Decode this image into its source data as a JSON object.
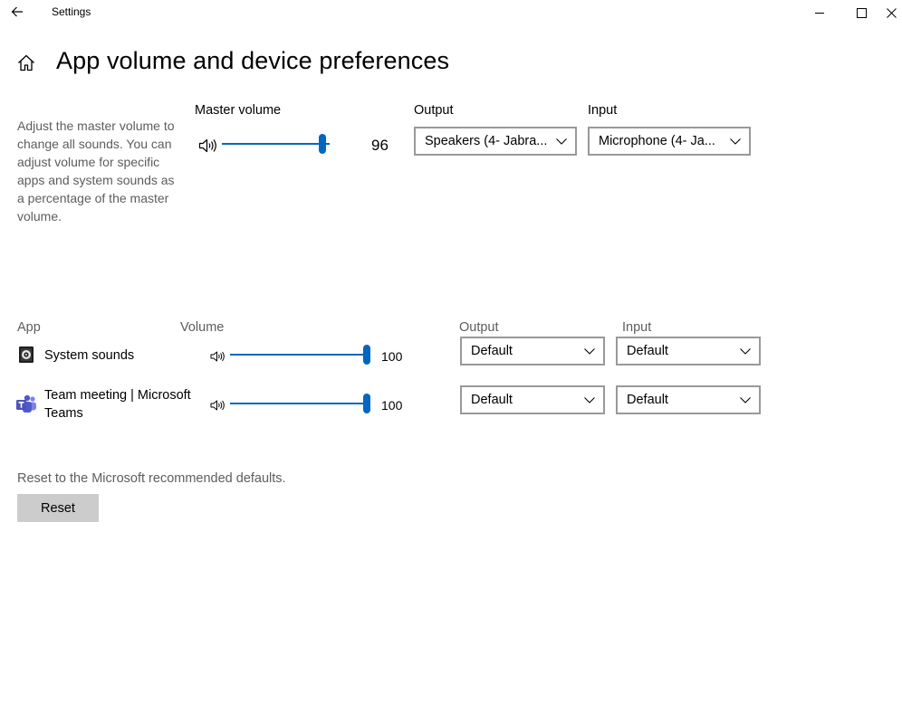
{
  "window": {
    "title": "Settings"
  },
  "page": {
    "title": "App volume and device preferences",
    "description": "Adjust the master volume to change all sounds. You can adjust volume for specific apps and system sounds as a percentage of the master volume."
  },
  "master": {
    "label": "Master volume",
    "value": "96",
    "level": 0.96,
    "output_label": "Output",
    "output_value": "Speakers (4- Jabra...",
    "input_label": "Input",
    "input_value": "Microphone (4- Ja..."
  },
  "apps": {
    "header_app": "App",
    "header_volume": "Volume",
    "header_output": "Output",
    "header_input": "Input",
    "items": [
      {
        "name": "System sounds",
        "icon": "system-sounds-icon",
        "volume": "100",
        "level": 1.0,
        "output": "Default",
        "input": "Default"
      },
      {
        "name": "Team meeting | Microsoft Teams",
        "icon": "microsoft-teams-icon",
        "volume": "100",
        "level": 1.0,
        "output": "Default",
        "input": "Default"
      }
    ]
  },
  "reset": {
    "text": "Reset to the Microsoft recommended defaults.",
    "button_label": "Reset"
  },
  "colors": {
    "accent": "#0067c0",
    "secondary_text": "#5d5d5d",
    "dropdown_border": "#999999",
    "button_bg": "#cccccc",
    "teams_purple": "#5059c9"
  }
}
